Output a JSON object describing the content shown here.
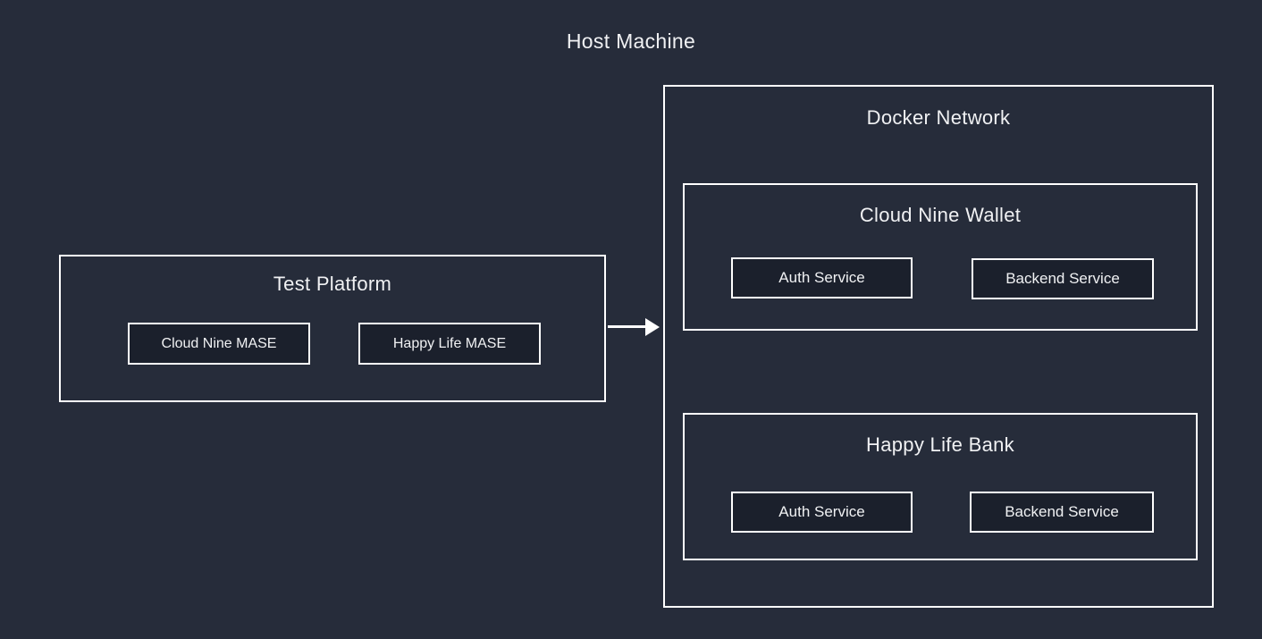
{
  "colors": {
    "background": "#262c3a",
    "node_fill": "#1b202c",
    "border": "#ffffff",
    "text": "#f0f1f3",
    "arrow": "#ffffff"
  },
  "host": {
    "title": "Host Machine"
  },
  "test_platform": {
    "title": "Test Platform",
    "nodes": [
      {
        "label": "Cloud Nine MASE"
      },
      {
        "label": "Happy Life MASE"
      }
    ]
  },
  "docker_network": {
    "title": "Docker Network",
    "groups": [
      {
        "title": "Cloud Nine Wallet",
        "services": [
          {
            "label": "Auth Service"
          },
          {
            "label": "Backend Service"
          }
        ]
      },
      {
        "title": "Happy Life Bank",
        "services": [
          {
            "label": "Auth Service"
          },
          {
            "label": "Backend Service"
          }
        ]
      }
    ]
  }
}
